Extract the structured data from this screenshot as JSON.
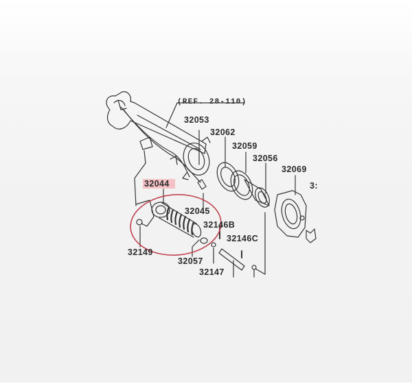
{
  "diagram": {
    "type": "exploded parts diagram",
    "reference_label": "(REF. 28-110)",
    "highlighted_part": "32044",
    "highlight_color": "#f4c2c6",
    "circle_color": "#c0424e",
    "line_color": "#333333",
    "parts": [
      {
        "id": "32053",
        "label": "32053"
      },
      {
        "id": "32062",
        "label": "32062"
      },
      {
        "id": "32059",
        "label": "32059"
      },
      {
        "id": "32056",
        "label": "32056"
      },
      {
        "id": "32069",
        "label": "32069"
      },
      {
        "id": "32044",
        "label": "32044"
      },
      {
        "id": "32045",
        "label": "32045"
      },
      {
        "id": "32146B",
        "label": "32146B"
      },
      {
        "id": "32146C",
        "label": "32146C"
      },
      {
        "id": "32149",
        "label": "32149"
      },
      {
        "id": "32057",
        "label": "32057"
      },
      {
        "id": "32147",
        "label": "32147"
      },
      {
        "id": "partial",
        "label": "3:"
      }
    ]
  }
}
